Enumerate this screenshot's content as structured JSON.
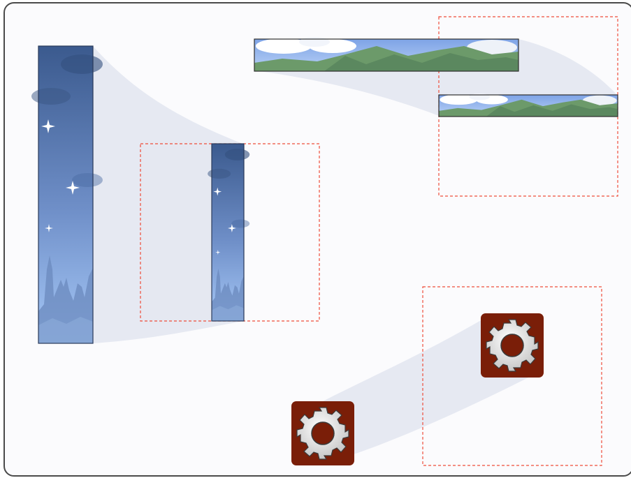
{
  "diagram": {
    "description_free": true,
    "colors": {
      "background": "#fbfbfd",
      "frame": "#4a4a4a",
      "swoosh": "#e3e7f1",
      "dashed_box": "#ee4d3a",
      "sky_top": "#3b5a8e",
      "sky_bottom": "#9ec2f5",
      "landscape_sky": "#8fb2ee",
      "hill": "#6c9a6a",
      "hill_dark": "#4f7a55",
      "gear_tile": "#7a1e08",
      "gear_body": "#e6e6e6"
    },
    "icons": [
      "night-sky-strip-icon",
      "landscape-strip-icon",
      "gear-icon"
    ],
    "groups": [
      {
        "name": "vertical-strip",
        "scaled": "down"
      },
      {
        "name": "horizontal-strip",
        "scaled": "down"
      },
      {
        "name": "gear-tile",
        "scaled": "same"
      }
    ]
  }
}
